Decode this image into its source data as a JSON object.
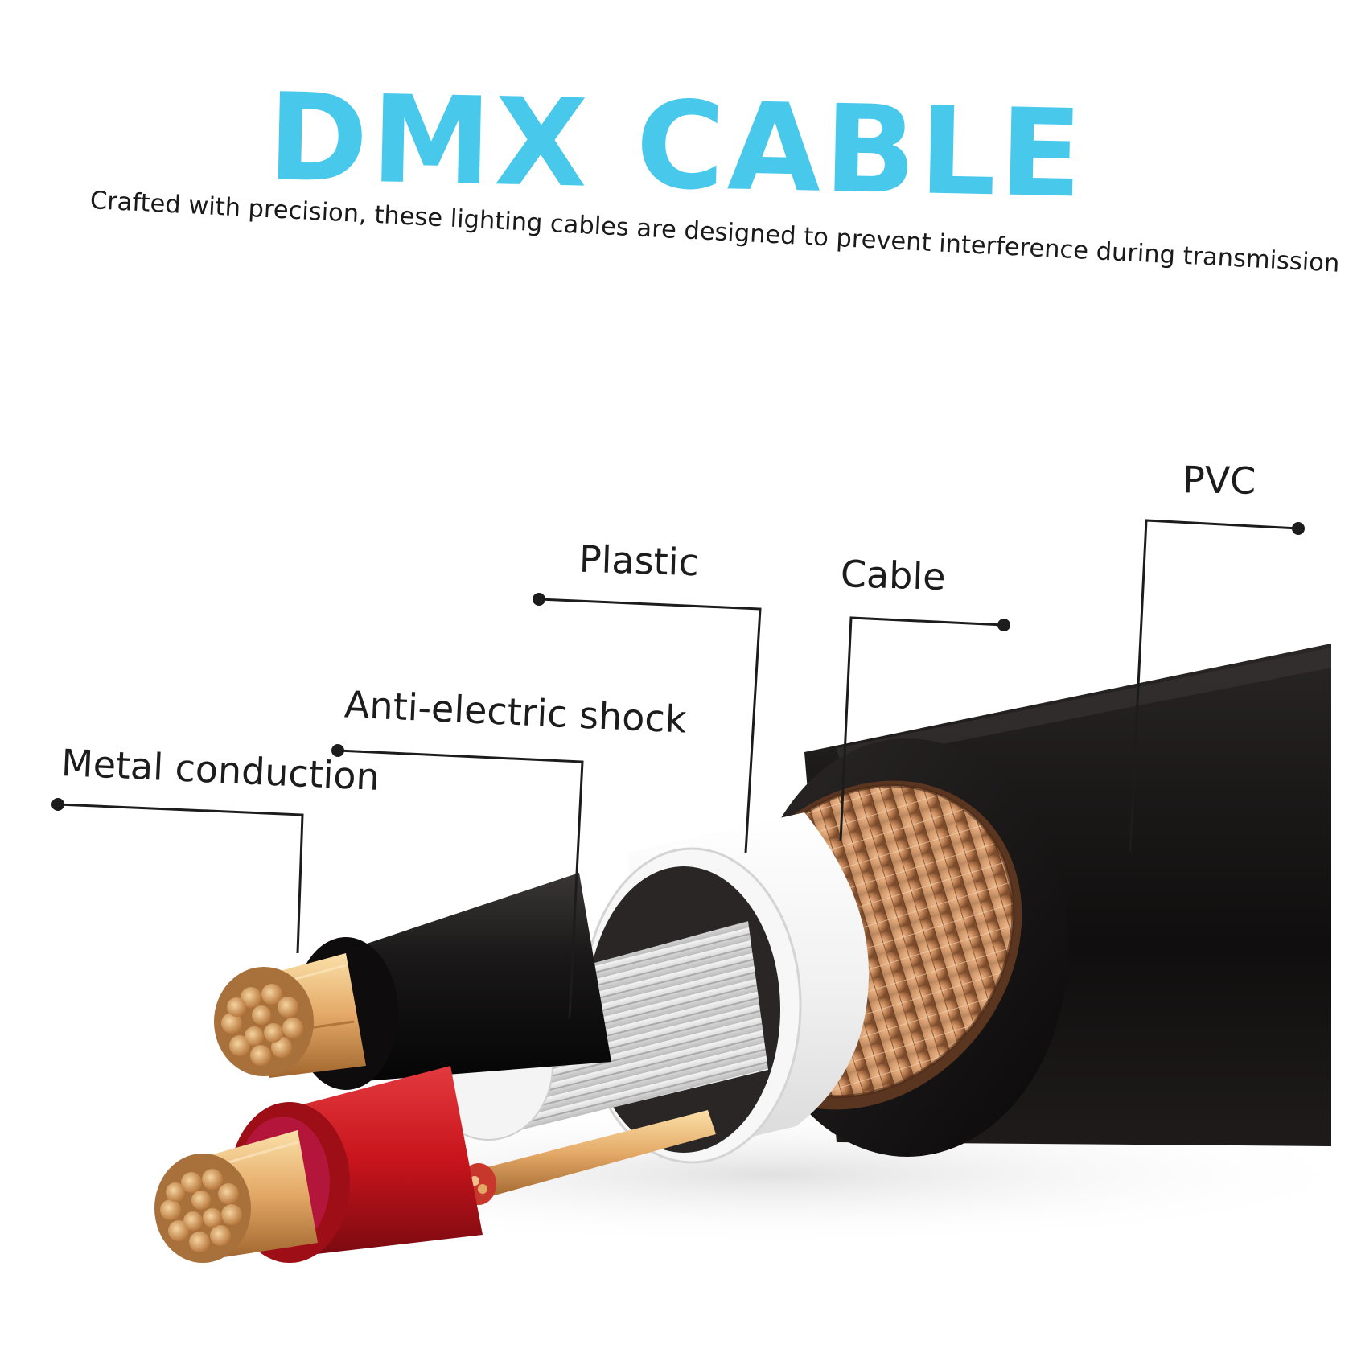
{
  "title": "DMX CABLE",
  "subtitle": "Crafted with precision, these lighting cables are designed to prevent interference during transmission",
  "callouts": {
    "pvc": "PVC",
    "plastic": "Plastic",
    "cable": "Cable",
    "anti_shock": "Anti-electric shock",
    "metal": "Metal conduction"
  },
  "colors": {
    "title": "#48c9ec",
    "jacket": "#141212",
    "braid": "#c98a5c",
    "insulator": "#f2f2f2",
    "red_conductor": "#c8141c",
    "copper": "#e3a866"
  }
}
